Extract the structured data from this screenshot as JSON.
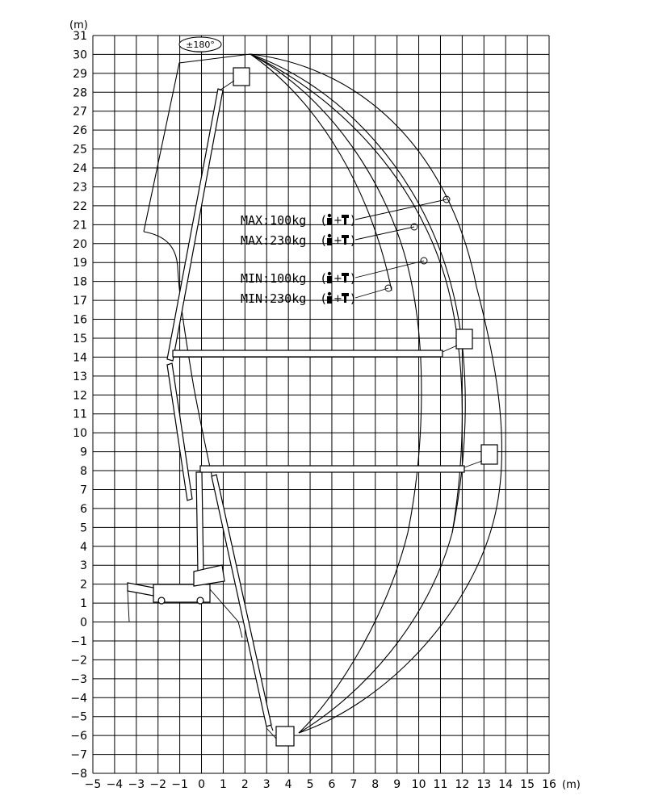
{
  "diagram": {
    "y_unit": "(m)",
    "x_unit": "(m)",
    "rotation_label": "±180°",
    "y_ticks": [
      "31",
      "30",
      "29",
      "28",
      "27",
      "26",
      "25",
      "24",
      "23",
      "22",
      "21",
      "20",
      "19",
      "18",
      "17",
      "16",
      "15",
      "14",
      "13",
      "12",
      "11",
      "10",
      "9",
      "8",
      "7",
      "6",
      "5",
      "4",
      "3",
      "2",
      "1",
      "0",
      "−1",
      "−2",
      "−3",
      "−4",
      "−5",
      "−6",
      "−7",
      "−8"
    ],
    "x_ticks": [
      "−5",
      "−4",
      "−3",
      "−2",
      "−1",
      "0",
      "1",
      "2",
      "3",
      "4",
      "5",
      "6",
      "7",
      "8",
      "9",
      "10",
      "11",
      "12",
      "13",
      "14",
      "15",
      "16"
    ],
    "x_range": [
      -5,
      16
    ],
    "y_range": [
      -8,
      31
    ],
    "load_labels": [
      {
        "text": "MAX:100kg",
        "id": "max100"
      },
      {
        "text": "MAX:230kg",
        "id": "max230"
      },
      {
        "text": "MIN:100kg",
        "id": "min100"
      },
      {
        "text": "MIN:230kg",
        "id": "min230"
      }
    ],
    "icons": {
      "person": "person-icon",
      "tool": "tool-icon"
    }
  }
}
